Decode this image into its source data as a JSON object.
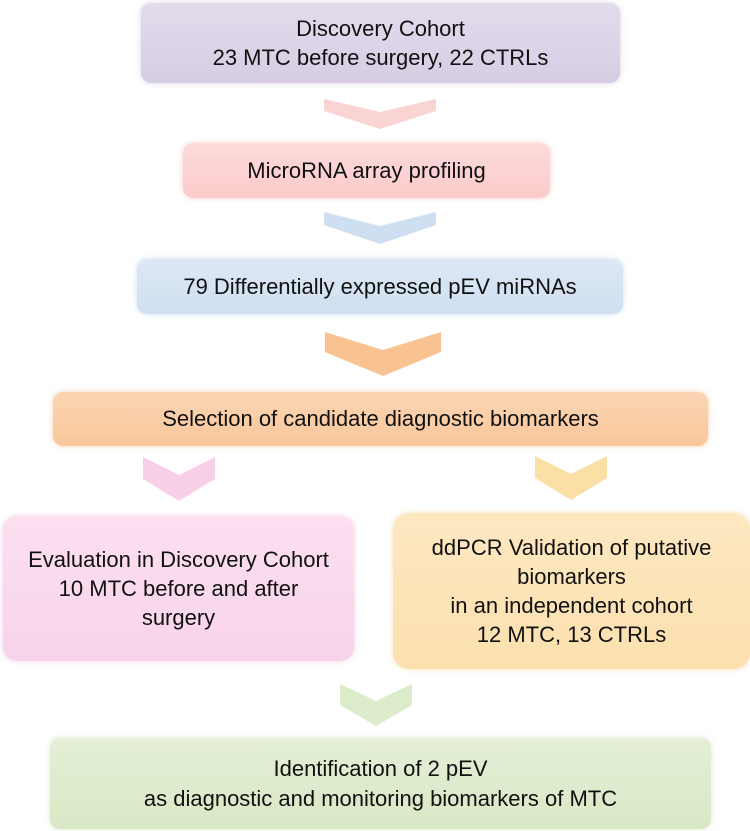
{
  "boxes": {
    "discovery": {
      "line1": "Discovery Cohort",
      "line2": "23 MTC before surgery, 22 CTRLs"
    },
    "array_profiling": {
      "line1": "MicroRNA array profiling"
    },
    "differential": {
      "line1": "79 Differentially expressed pEV miRNAs"
    },
    "selection": {
      "line1": "Selection of candidate diagnostic biomarkers"
    },
    "evaluation": {
      "line1": "Evaluation in Discovery Cohort",
      "line2": "10 MTC before and after",
      "line3": "surgery"
    },
    "validation": {
      "line1": "ddPCR Validation of putative",
      "line2": "biomarkers",
      "line3": "in an independent cohort",
      "line4": "12 MTC, 13 CTRLs"
    },
    "identification": {
      "line1": "Identification of 2 pEV",
      "line2": "as diagnostic and monitoring biomarkers of MTC"
    }
  },
  "colors": {
    "discovery": "#d8cfe6",
    "array_profiling": "#fbcdcd",
    "differential": "#d2e1f2",
    "selection": "#f9c9a0",
    "evaluation": "#f9d6ec",
    "validation": "#fce2b2",
    "identification": "#dbe9ca",
    "chevron_pink": "#f7c9c7",
    "chevron_blue": "#c7d9f0",
    "chevron_orange": "#f8c391",
    "chevron_magenta": "#f6cbe6",
    "chevron_yellow": "#fbe0a6",
    "chevron_green": "#d8e9c4",
    "text": "#111111"
  },
  "icons": {
    "connector": "chevron-down-icon"
  }
}
